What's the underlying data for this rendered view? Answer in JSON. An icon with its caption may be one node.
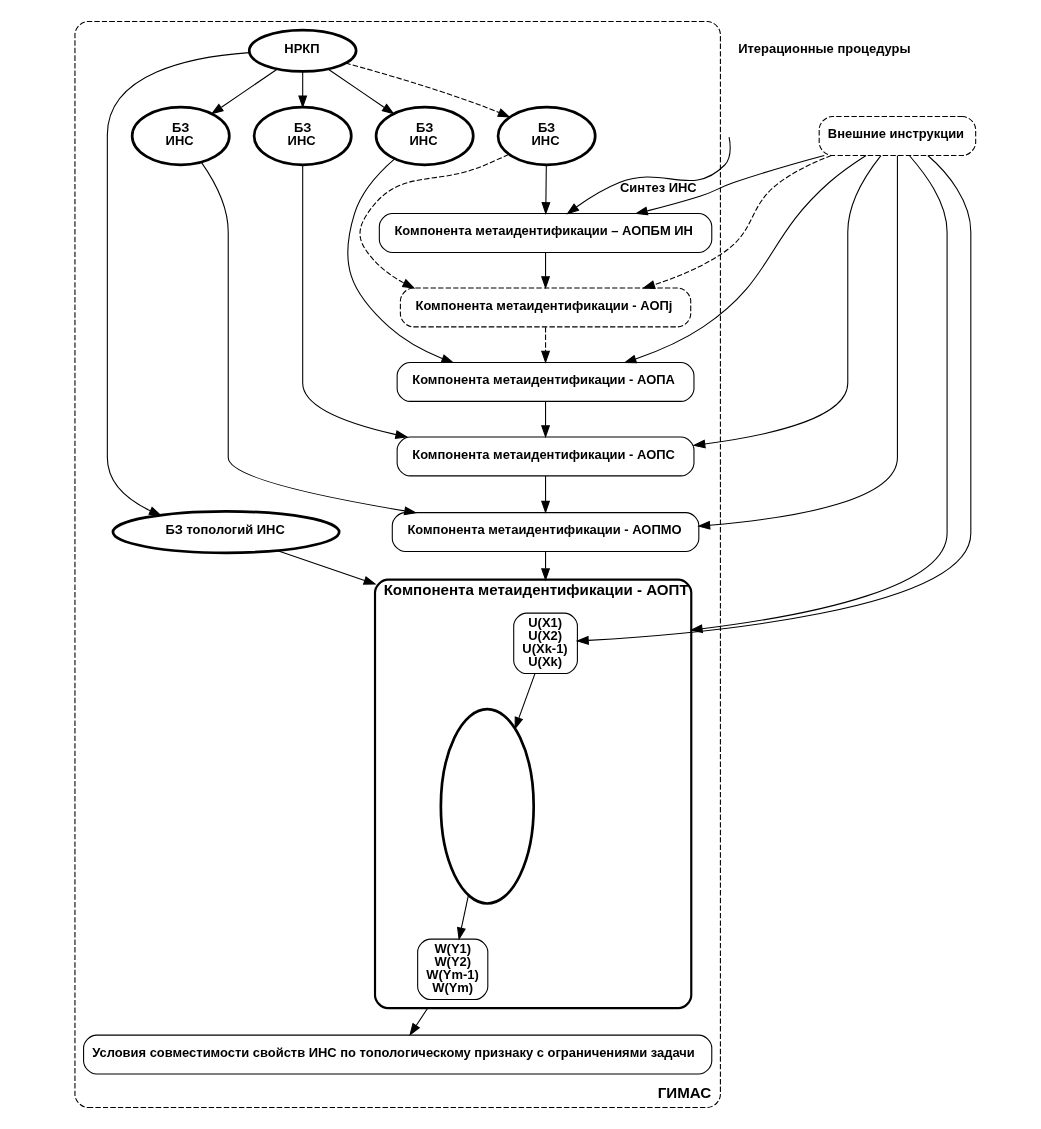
{
  "diagram": {
    "nodes": [
      {
        "text": [
          "ГИМАС"
        ]
      },
      {
        "text": [
          "НРКП"
        ],
        "in": 0
      },
      {
        "text": [
          "БЗ",
          "ИНС"
        ],
        "in": 0
      },
      {
        "text": [
          "БЗ",
          "ИНС"
        ],
        "in": 0
      },
      {
        "text": [
          "БЗ",
          "ИНС"
        ],
        "in": 0
      },
      {
        "text": [
          "БЗ",
          "ИНС"
        ],
        "in": 0
      },
      {
        "text": [
          "БЗ топологий ИНС"
        ],
        "in": 0
      },
      {
        "text": [
          "Компонента метаидентификации – АОПБМ ИН"
        ],
        "in": 0
      },
      {
        "text": [
          "Компонента метаидентификации - АОПj"
        ],
        "in": 0
      },
      {
        "text": [
          "Компонента метаидентификации - АОПА"
        ],
        "in": 0
      },
      {
        "text": [
          "Компонента метаидентификации - АОПС"
        ],
        "in": 0
      },
      {
        "text": [
          "Компонента метаидентификации - АОПМО"
        ],
        "in": 0
      },
      {
        "text": [
          "Компонента метаидентификации - АОПТ"
        ],
        "in": 0
      },
      {
        "text": [
          "U(X1)",
          "U(X2)",
          "U(Xk-1)",
          "U(Xk)"
        ],
        "in": 12
      },
      {
        "text": [],
        "shape": "cloud",
        "in": 12
      },
      {
        "text": [
          "W(Y1)",
          "W(Y2)",
          "W(Ym-1)",
          "W(Ym)"
        ],
        "in": 12
      },
      {
        "text": [
          "Условия совместимости свойств ИНС по топологическому признаку с ограничениями задачи"
        ],
        "in": 0
      },
      {
        "text": [
          "Внешние инструкции"
        ]
      }
    ],
    "edges": [
      {
        "from": 1,
        "to": 2,
        "arrow": "to",
        "style": "dashed"
      },
      {
        "from": 1,
        "to": 3,
        "arrow": "to"
      },
      {
        "from": 1,
        "to": 4,
        "arrow": "to"
      },
      {
        "from": 1,
        "to": 5,
        "arrow": "to"
      },
      {
        "from": 1,
        "to": 6,
        "arrow": "to"
      },
      {
        "from": 2,
        "to": 7,
        "arrow": "to"
      },
      {
        "from": 2,
        "to": 8,
        "arrow": "to",
        "style": "dashed"
      },
      {
        "from": 3,
        "to": 9,
        "arrow": "to"
      },
      {
        "from": 4,
        "to": 10,
        "arrow": "to"
      },
      {
        "from": 5,
        "to": 11,
        "arrow": "to"
      },
      {
        "from": 6,
        "to": 12,
        "arrow": "to"
      },
      {
        "from": 17,
        "to": 7,
        "arrow": "to"
      },
      {
        "from": 17,
        "to": 8,
        "arrow": "to",
        "style": "dashed"
      },
      {
        "from": 17,
        "to": 9,
        "arrow": "to"
      },
      {
        "from": 17,
        "to": 10,
        "arrow": "to"
      },
      {
        "from": 17,
        "to": 11,
        "arrow": "to"
      },
      {
        "from": 17,
        "to": 12,
        "arrow": "to"
      },
      {
        "from": 17,
        "to": 13,
        "arrow": "to"
      },
      {
        "from": null,
        "to": 7,
        "arrow": "to",
        "label": "Синтез ИНС"
      },
      {
        "from": 7,
        "to": 8,
        "arrow": "to"
      },
      {
        "from": 8,
        "to": 9,
        "arrow": "to",
        "style": "dashed"
      },
      {
        "from": 9,
        "to": 10,
        "arrow": "to"
      },
      {
        "from": 10,
        "to": 11,
        "arrow": "to"
      },
      {
        "from": 11,
        "to": 12,
        "arrow": "to"
      },
      {
        "from": 13,
        "to": 14,
        "arrow": "to"
      },
      {
        "from": 14,
        "to": 15,
        "arrow": "to"
      },
      {
        "from": 12,
        "to": 16,
        "arrow": "to"
      }
    ],
    "labels": [
      "Итерационные процедуры"
    ]
  }
}
